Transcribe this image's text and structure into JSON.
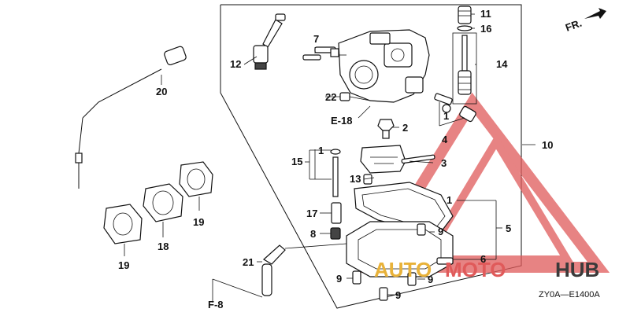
{
  "diagram": {
    "code": "ZY0A—E1400A",
    "direction": "FR.",
    "refs": {
      "e18": "E-18",
      "f8": "F-8"
    },
    "callouts": [
      "1",
      "2",
      "3",
      "4",
      "5",
      "6",
      "7",
      "8",
      "9",
      "10",
      "11",
      "12",
      "13",
      "14",
      "15",
      "16",
      "17",
      "18",
      "19",
      "20",
      "21",
      "22"
    ]
  },
  "watermark": {
    "text_a": "AUTO",
    "text_b": "MOTO",
    "text_c": "HUB",
    "colors": {
      "triangle": "#e05a5a",
      "auto": "#e8b23a",
      "moto": "#e05a5a",
      "hub": "#3a3a3a"
    }
  }
}
